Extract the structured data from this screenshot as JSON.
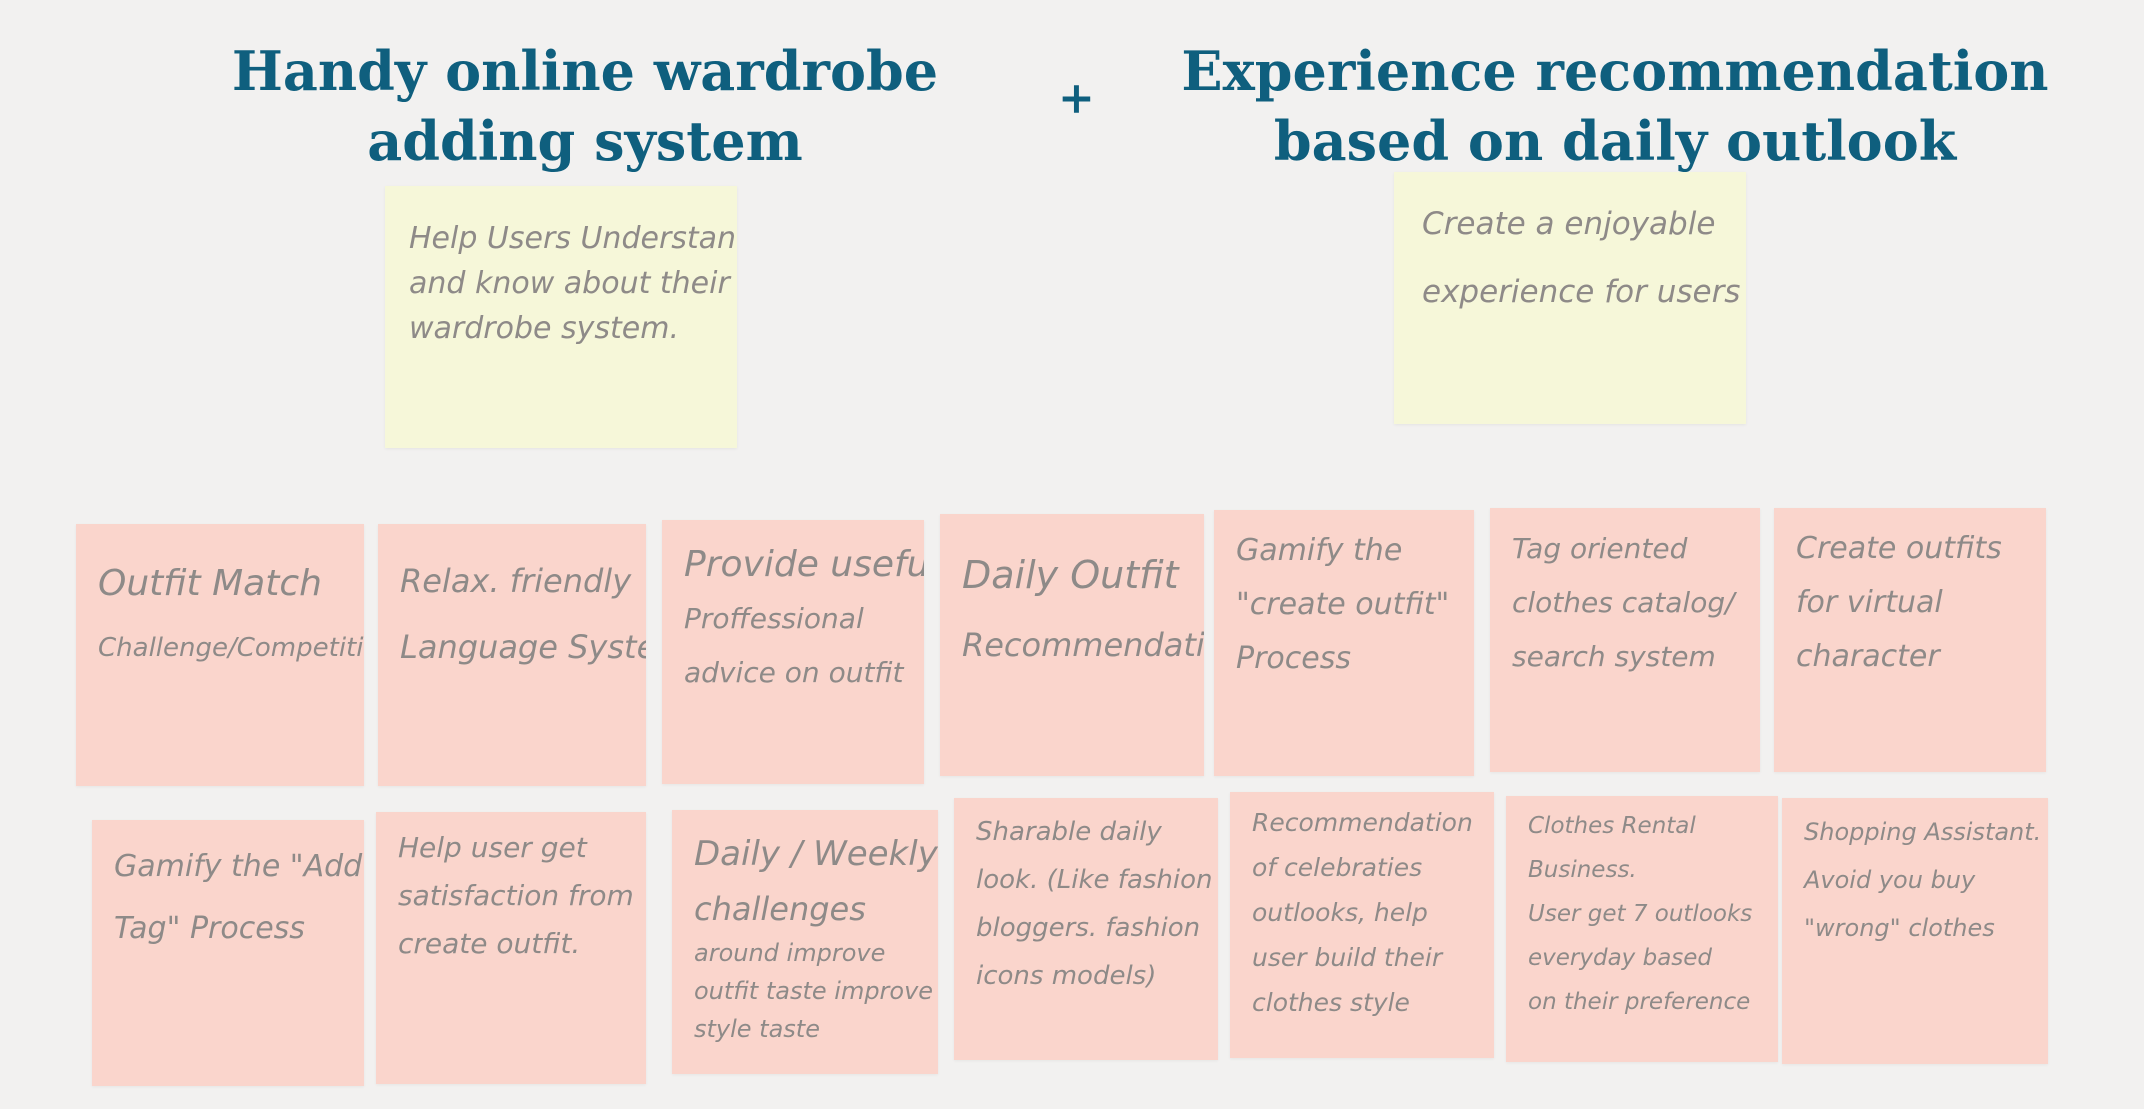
{
  "headings": {
    "left": [
      "Handy online wardrobe",
      "adding system"
    ],
    "plus": "+",
    "right": [
      "Experience recommendation",
      "based on daily outlook"
    ]
  },
  "goal_notes": {
    "left": [
      "Help Users Understand",
      "and know about their",
      "wardrobe system."
    ],
    "right": [
      "Create a enjoyable",
      "experience for users"
    ]
  },
  "idea_notes": {
    "row1": [
      [
        "Outfit Match",
        "Challenge/Competition"
      ],
      [
        "Relax. friendly",
        "Language System."
      ],
      [
        "Provide useful",
        "Proffessional",
        "advice on outfit"
      ],
      [
        "Daily Outfit",
        "Recommendation"
      ],
      [
        "Gamify the",
        "\"create outfit\"",
        "Process"
      ],
      [
        "Tag oriented",
        "clothes catalog/",
        "search system"
      ],
      [
        "Create outfits",
        "for virtual",
        "character"
      ]
    ],
    "row2": [
      [
        "Gamify the \"Add",
        "Tag\" Process"
      ],
      [
        "Help user get",
        "satisfaction from",
        "create outfit."
      ],
      [
        "Daily / Weekly",
        "challenges",
        "around improve",
        "outfit taste improve",
        "style taste"
      ],
      [
        "Sharable daily",
        "look. (Like fashion",
        "bloggers. fashion",
        "icons models)"
      ],
      [
        "Recommendation",
        "of celebraties",
        "outlooks, help",
        "user build their",
        "clothes style"
      ],
      [
        "Clothes Rental",
        "Business.",
        "User get 7 outlooks",
        "everyday based",
        "on their preference"
      ],
      [
        "Shopping Assistant.",
        "Avoid you buy",
        "\"wrong\" clothes"
      ]
    ]
  },
  "colors": {
    "heading": "#0f5f7e",
    "background": "#f2f1f0",
    "yellow_note": "#f6f7d9",
    "pink_note": "#fad5cc",
    "handwriting": "#8e8a88"
  }
}
